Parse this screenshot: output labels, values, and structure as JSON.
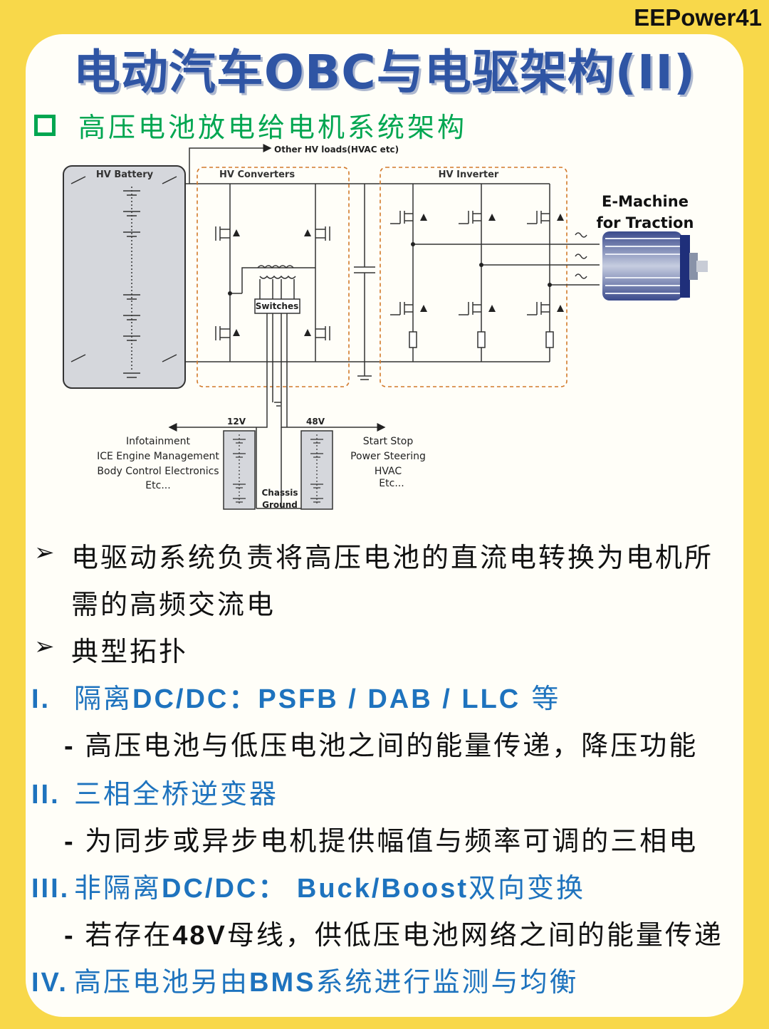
{
  "brand": "EEPower41",
  "title": "电动汽车OBC与电驱架构(II)",
  "section": "高压电池放电给电机系统架构",
  "diagram": {
    "other_loads": "Other HV loads(HVAC etc)",
    "hv_battery": "HV Battery",
    "hv_converters": "HV Converters",
    "hv_inverter": "HV Inverter",
    "switches": "Switches",
    "emachine_line1": "E-Machine",
    "emachine_line2": "for Traction",
    "v12": "12V",
    "v48": "48V",
    "left_loads": [
      "Infotainment",
      "ICE Engine Management",
      "Body Control Electronics",
      "Etc..."
    ],
    "right_loads": [
      "Start Stop",
      "Power Steering",
      "HVAC",
      "Etc..."
    ],
    "chassis1": "Chassis",
    "chassis2": "Ground"
  },
  "bullets": [
    {
      "marker": "➢",
      "text": "电驱动系统负责将高压电池的直流电转换为电机所"
    },
    {
      "marker": "",
      "text": "需的高频交流电"
    },
    {
      "marker": "➢",
      "text": "典型拓扑"
    }
  ],
  "items": [
    {
      "num": "I.",
      "pre": "隔离",
      "bold": "DC/DC：PSFB / DAB / LLC",
      "post": " 等",
      "desc_pre": "高压电池与低压电池之间的能量传递，降压功能",
      "desc_bold": "",
      "desc_post": ""
    },
    {
      "num": "II.",
      "pre": "三相全桥逆变器",
      "bold": "",
      "post": "",
      "desc_pre": "为同步或异步电机提供幅值与频率可调的三相电",
      "desc_bold": "",
      "desc_post": ""
    },
    {
      "num": "III.",
      "pre": "非隔离",
      "bold": "DC/DC： Buck/Boost",
      "post": "双向变换",
      "desc_pre": "若存在",
      "desc_bold": "48V",
      "desc_post": "母线，供低压电池网络之间的能量传递"
    },
    {
      "num": "IV.",
      "pre": "高压电池另由",
      "bold": "BMS",
      "post": "系统进行监测与均衡"
    }
  ],
  "colors": {
    "accent_blue": "#1e73be",
    "title_blue": "#2f55a4",
    "green": "#00a651",
    "orange": "#d2792a",
    "background": "#f8d84a"
  }
}
